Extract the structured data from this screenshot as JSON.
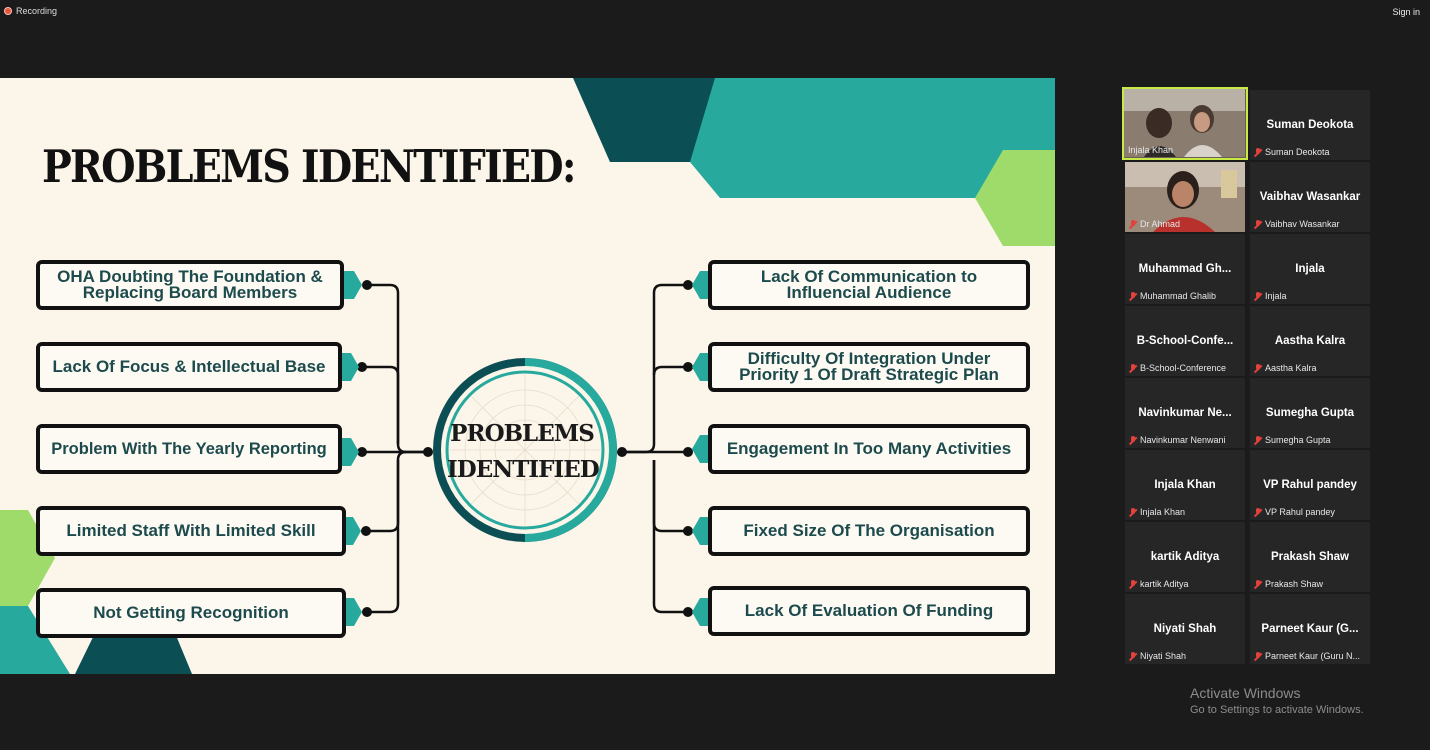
{
  "topbar": {
    "recording_label": "Recording",
    "signin_label": "Sign in"
  },
  "slide": {
    "title": "PROBLEMS IDENTIFIED:",
    "hub": {
      "line1": "PROBLEMS",
      "line2": "IDENTIFIED"
    },
    "left_items": [
      {
        "line1": "OHA Doubting The Foundation &",
        "line2": "Replacing Board Members"
      },
      {
        "line1": "Lack Of Focus & Intellectual Base",
        "line2": ""
      },
      {
        "line1": "Problem With The Yearly Reporting",
        "line2": ""
      },
      {
        "line1": "Limited Staff With Limited Skill",
        "line2": ""
      },
      {
        "line1": "Not Getting Recognition",
        "line2": ""
      }
    ],
    "right_items": [
      {
        "line1": "Lack Of Communication to",
        "line2": "Influencial Audience"
      },
      {
        "line1": "Difficulty Of Integration Under",
        "line2": "Priority 1 Of Draft Strategic Plan"
      },
      {
        "line1": "Engagement In Too Many Activities",
        "line2": ""
      },
      {
        "line1": "Fixed Size Of The Organisation",
        "line2": ""
      },
      {
        "line1": "Lack Of Evaluation Of Funding",
        "line2": ""
      }
    ],
    "colors": {
      "dark_teal": "#0b4f55",
      "teal": "#27a99d",
      "lime": "#9edb6b",
      "background": "#fcf6ea"
    }
  },
  "participants": [
    {
      "display_name": "",
      "label": "Injala Khan",
      "video": true,
      "active_speaker": true
    },
    {
      "display_name": "Suman Deokota",
      "label": "Suman Deokota",
      "video": false
    },
    {
      "display_name": "",
      "label": "Dr Ahmad",
      "video": true
    },
    {
      "display_name": "Vaibhav Wasankar",
      "label": "Vaibhav Wasankar",
      "video": false
    },
    {
      "display_name": "Muhammad  Gh...",
      "label": "Muhammad Ghalib",
      "video": false
    },
    {
      "display_name": "Injala",
      "label": "Injala",
      "video": false
    },
    {
      "display_name": "B-School-Confe...",
      "label": "B-School-Conference",
      "video": false
    },
    {
      "display_name": "Aastha Kalra",
      "label": "Aastha Kalra",
      "video": false
    },
    {
      "display_name": "Navinkumar  Ne...",
      "label": "Navinkumar Nenwani",
      "video": false
    },
    {
      "display_name": "Sumegha Gupta",
      "label": "Sumegha Gupta",
      "video": false
    },
    {
      "display_name": "Injala Khan",
      "label": "Injala Khan",
      "video": false
    },
    {
      "display_name": "VP Rahul pandey",
      "label": "VP Rahul pandey",
      "video": false
    },
    {
      "display_name": "kartik Aditya",
      "label": "kartik Aditya",
      "video": false
    },
    {
      "display_name": "Prakash Shaw",
      "label": "Prakash Shaw",
      "video": false
    },
    {
      "display_name": "Niyati Shah",
      "label": "Niyati Shah",
      "video": false
    },
    {
      "display_name": "Parneet  Kaur  (G...",
      "label": "Parneet Kaur (Guru N...",
      "video": false
    }
  ],
  "watermark": {
    "line1": "Activate Windows",
    "line2": "Go to Settings to activate Windows."
  }
}
